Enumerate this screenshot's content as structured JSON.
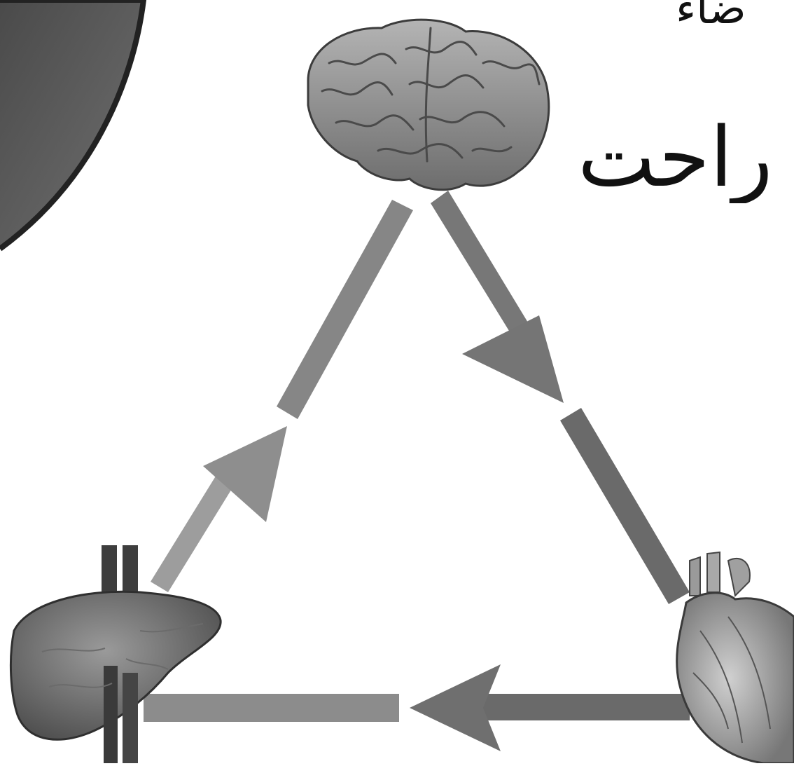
{
  "heading": {
    "top_fragment": "ضاء",
    "main_fragment": "راحت"
  },
  "diagram": {
    "nodes": [
      {
        "id": "brain",
        "icon": "brain-icon"
      },
      {
        "id": "heart",
        "icon": "heart-icon"
      },
      {
        "id": "liver",
        "icon": "liver-icon"
      }
    ],
    "edges": [
      {
        "from": "brain",
        "to": "heart"
      },
      {
        "from": "heart",
        "to": "liver"
      },
      {
        "from": "liver",
        "to": "brain"
      }
    ]
  },
  "colors": {
    "arrow_dark": "#6f6f6f",
    "arrow_mid": "#8a8a8a",
    "arrow_light": "#a5a5a5",
    "organ_fill": "#8d8d8d",
    "photo_fill": "#5e5e5e"
  }
}
